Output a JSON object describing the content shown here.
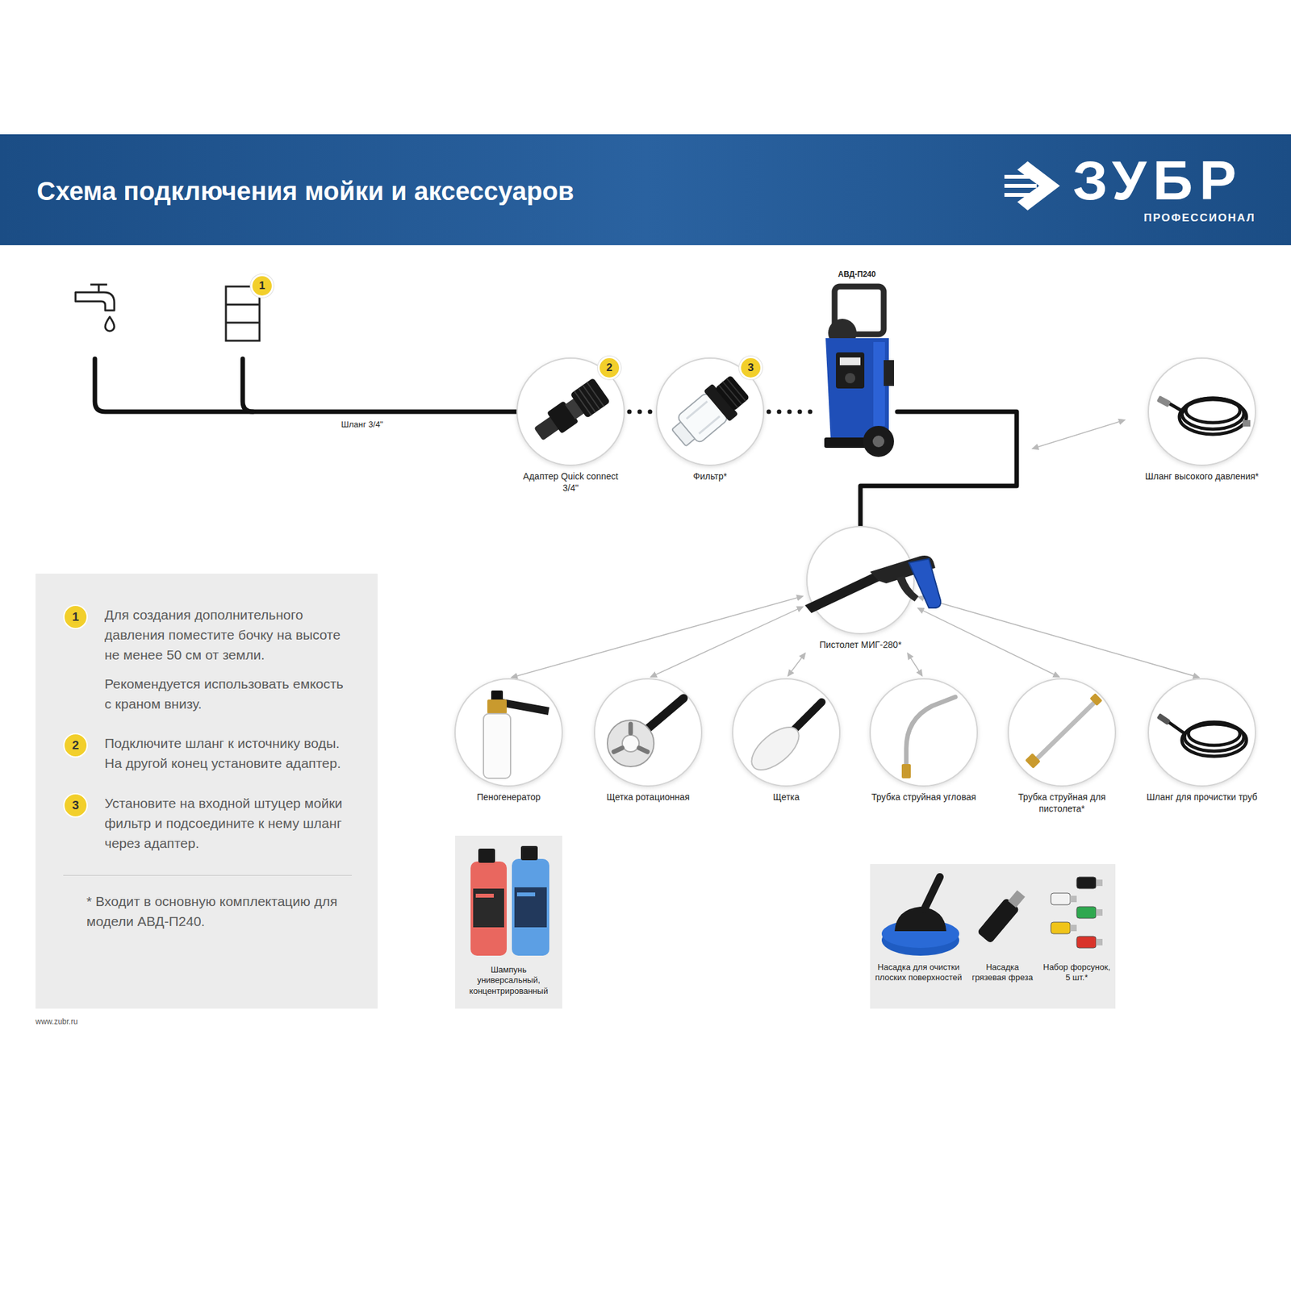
{
  "diagram": {
    "title": "Схема подключения мойки и аксессуаров",
    "nodes": [
      {
        "text": [
          "Адаптер Quick connect 3/4\""
        ]
      },
      {
        "text": [
          "Фильтр*"
        ]
      },
      {
        "text": [
          "АВД-П240"
        ]
      },
      {
        "text": [
          "Шланг высокого давления*"
        ]
      },
      {
        "text": [
          "Пистолет МИГ-280*"
        ]
      },
      {
        "text": [
          "Пеногенератор"
        ]
      },
      {
        "text": [
          "Щетка ротационная"
        ]
      },
      {
        "text": [
          "Щетка"
        ]
      },
      {
        "text": [
          "Трубка струйная угловая"
        ]
      },
      {
        "text": [
          "Трубка струйная для пистолета*"
        ]
      },
      {
        "text": [
          "Шланг для прочистки труб"
        ]
      },
      {
        "text": [
          "Шампунь универсальный, концентрированный"
        ]
      },
      {
        "text": [
          "Насадка для очистки плоских поверхностей",
          "Насадка грязевая фреза",
          "Набор форсунок, 5 шт.*"
        ]
      },
      {
        "text": [
          "1",
          "Для создания дополнительного давления поместите бочку на высоте не менее 50 см от земли.",
          "Рекомендуется использовать емкость с краном внизу.",
          "2",
          "Подключите шланг к источнику воды. На другой конец установите адаптер.",
          "3",
          "Установите на входной штуцер мойки фильтр и подсоедините к нему шланг через адаптер.",
          "* Входит в основную комплектацию для модели АВД-П240."
        ]
      }
    ],
    "edges": [
      {
        "from": 0,
        "to": 1,
        "arrow": "none"
      },
      {
        "from": 1,
        "to": 2,
        "arrow": "none"
      },
      {
        "from": 2,
        "to": 4,
        "arrow": "none"
      },
      {
        "from": 4,
        "to": 5,
        "arrow": "both"
      },
      {
        "from": 4,
        "to": 6,
        "arrow": "both"
      },
      {
        "from": 4,
        "to": 7,
        "arrow": "both"
      },
      {
        "from": 4,
        "to": 8,
        "arrow": "both"
      },
      {
        "from": 4,
        "to": 9,
        "arrow": "both"
      },
      {
        "from": 4,
        "to": 10,
        "arrow": "both"
      }
    ],
    "labels": [
      "ЗУБР",
      "ПРОФЕССИОНАЛ",
      "1",
      "Шланг 3/4\"",
      "2",
      "3",
      "www.zubr.ru"
    ]
  }
}
